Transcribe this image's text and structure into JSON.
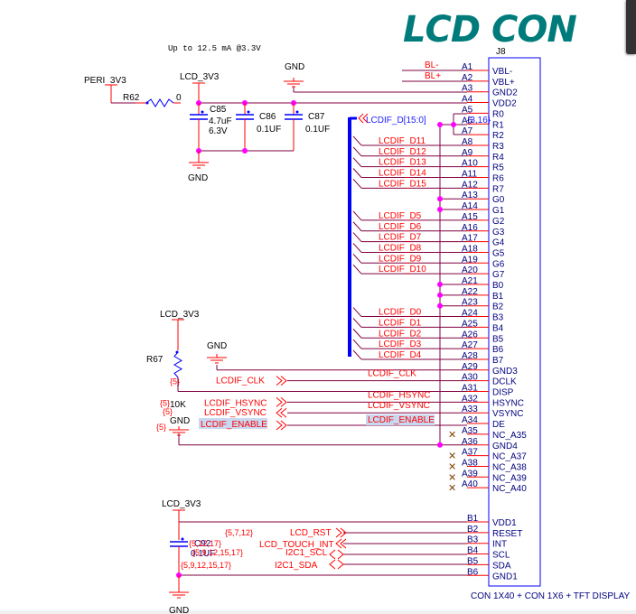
{
  "title": "LCD CON",
  "connector": {
    "ref": "J8",
    "description": "CON 1X40 + CON 1X6 + TFT DISPLAY",
    "pins_a": [
      {
        "num": "A1",
        "name": "VBL-",
        "net": "BL-"
      },
      {
        "num": "A2",
        "name": "VBL+",
        "net": "BL+"
      },
      {
        "num": "A3",
        "name": "GND2",
        "net": ""
      },
      {
        "num": "A4",
        "name": "VDD2",
        "net": ""
      },
      {
        "num": "A5",
        "name": "R0",
        "net": ""
      },
      {
        "num": "A6",
        "name": "R1",
        "net": ""
      },
      {
        "num": "A7",
        "name": "R2",
        "net": ""
      },
      {
        "num": "A8",
        "name": "R3",
        "net": "LCDIF_D11"
      },
      {
        "num": "A9",
        "name": "R4",
        "net": "LCDIF_D12"
      },
      {
        "num": "A10",
        "name": "R5",
        "net": "LCDIF_D13"
      },
      {
        "num": "A11",
        "name": "R6",
        "net": "LCDIF_D14"
      },
      {
        "num": "A12",
        "name": "R7",
        "net": "LCDIF_D15"
      },
      {
        "num": "A13",
        "name": "G0",
        "net": ""
      },
      {
        "num": "A14",
        "name": "G1",
        "net": ""
      },
      {
        "num": "A15",
        "name": "G2",
        "net": "LCDIF_D5"
      },
      {
        "num": "A16",
        "name": "G3",
        "net": "LCDIF_D6"
      },
      {
        "num": "A17",
        "name": "G4",
        "net": "LCDIF_D7"
      },
      {
        "num": "A18",
        "name": "G5",
        "net": "LCDIF_D8"
      },
      {
        "num": "A19",
        "name": "G6",
        "net": "LCDIF_D9"
      },
      {
        "num": "A20",
        "name": "G7",
        "net": "LCDIF_D10"
      },
      {
        "num": "A21",
        "name": "B0",
        "net": ""
      },
      {
        "num": "A22",
        "name": "B1",
        "net": ""
      },
      {
        "num": "A23",
        "name": "B2",
        "net": ""
      },
      {
        "num": "A24",
        "name": "B3",
        "net": "LCDIF_D0"
      },
      {
        "num": "A25",
        "name": "B4",
        "net": "LCDIF_D1"
      },
      {
        "num": "A26",
        "name": "B5",
        "net": "LCDIF_D2"
      },
      {
        "num": "A27",
        "name": "B6",
        "net": "LCDIF_D3"
      },
      {
        "num": "A28",
        "name": "B7",
        "net": "LCDIF_D4"
      },
      {
        "num": "A29",
        "name": "GND3",
        "net": ""
      },
      {
        "num": "A30",
        "name": "DCLK",
        "net": "LCDIF_CLK"
      },
      {
        "num": "A31",
        "name": "DISP",
        "net": ""
      },
      {
        "num": "A32",
        "name": "HSYNC",
        "net": "LCDIF_HSYNC"
      },
      {
        "num": "A33",
        "name": "VSYNC",
        "net": "LCDIF_VSYNC"
      },
      {
        "num": "A34",
        "name": "DE",
        "net": "LCDIF_ENABLE"
      },
      {
        "num": "A35",
        "name": "NC_A35",
        "net": ""
      },
      {
        "num": "A36",
        "name": "GND4",
        "net": ""
      },
      {
        "num": "A37",
        "name": "NC_A37",
        "net": ""
      },
      {
        "num": "A38",
        "name": "NC_A38",
        "net": ""
      },
      {
        "num": "A39",
        "name": "NC_A39",
        "net": ""
      },
      {
        "num": "A40",
        "name": "NC_A40",
        "net": ""
      }
    ],
    "pins_b": [
      {
        "num": "B1",
        "name": "VDD1"
      },
      {
        "num": "B2",
        "name": "RESET"
      },
      {
        "num": "B3",
        "name": "INT"
      },
      {
        "num": "B4",
        "name": "SCL"
      },
      {
        "num": "B5",
        "name": "SDA"
      },
      {
        "num": "B6",
        "name": "GND1"
      }
    ]
  },
  "power_section": {
    "note": "Up to 12.5 mA @3.3V",
    "peri_net": "PERI_3V3",
    "lcd_net": "LCD_3V3",
    "gnd_top": "GND",
    "gnd_bottom": "GND",
    "r62": {
      "ref": "R62",
      "value": "0"
    },
    "c85": {
      "ref": "C85",
      "value": "4.7uF",
      "voltage": "6.3V"
    },
    "c86": {
      "ref": "C86",
      "value": "0.1UF"
    },
    "c87": {
      "ref": "C87",
      "value": "0.1UF"
    }
  },
  "bus": {
    "label": "LCDIF_D[15:0]",
    "ref": "{3,16}"
  },
  "control_section": {
    "lcd_net": "LCD_3V3",
    "r67": {
      "ref": "R67",
      "value": "10K"
    },
    "gnd_a29": "GND",
    "gnd_a36": "GND",
    "ports": [
      {
        "label": "LCDIF_CLK",
        "ref": "{5}"
      },
      {
        "label": "LCDIF_HSYNC",
        "ref": "{5}"
      },
      {
        "label": "LCDIF_VSYNC",
        "ref": "{5}"
      },
      {
        "label": "LCDIF_ENABLE",
        "ref": "{5}"
      }
    ]
  },
  "touch_section": {
    "lcd_net": "LCD_3V3",
    "gnd": "GND",
    "c92": {
      "ref": "C92",
      "value": "0.1UF"
    },
    "ports": [
      {
        "label": "LCD_RST",
        "ref": "{5,7,12}"
      },
      {
        "label": "LCD_TOUCH_INT",
        "ref": "{5,12,17}"
      },
      {
        "label": "I2C1_SCL",
        "ref": "{5,9,12,15,17}"
      },
      {
        "label": "I2C1_SDA",
        "ref": "{5,9,12,15,17}"
      }
    ]
  },
  "colors": {
    "title": "#007b7b",
    "wire": "#800040",
    "pin": "#ff0000",
    "net_label": "#ff0000",
    "part_text": "#000080",
    "component": "#0000ff",
    "junction": "#ff00ff",
    "bus": "#0000ff",
    "highlight": "#c8d8f0"
  }
}
